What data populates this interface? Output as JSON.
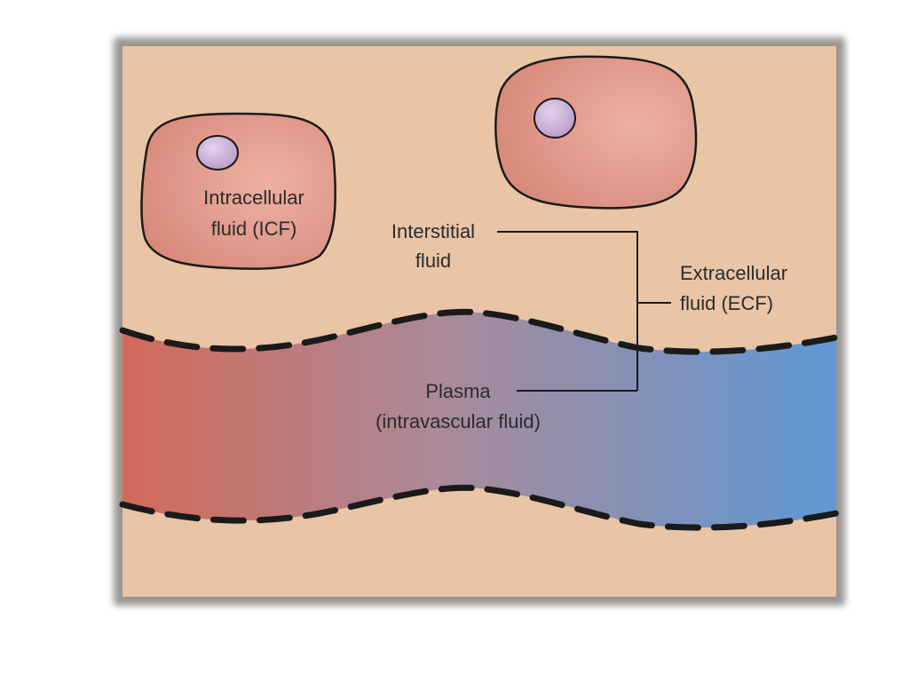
{
  "labels": {
    "icf_line1": "Intracellular",
    "icf_line2": "fluid (ICF)",
    "interstitial_line1": "Interstitial",
    "interstitial_line2": "fluid",
    "ecf_line1": "Extracellular",
    "ecf_line2": "fluid (ECF)",
    "plasma_line1": "Plasma",
    "plasma_line2": "(intravascular fluid)"
  },
  "colors": {
    "tissue_background": "#e9c5a6",
    "frame_shadow": "#9a9693",
    "cell_fill": "#d98a7c",
    "cell_highlight": "#ecb1a3",
    "nucleus_fill": "#b99bc9",
    "vessel_red": "#d36a5a",
    "vessel_mid": "#a98a9a",
    "vessel_blue": "#5e98d4",
    "outline": "#1a1a1a"
  }
}
